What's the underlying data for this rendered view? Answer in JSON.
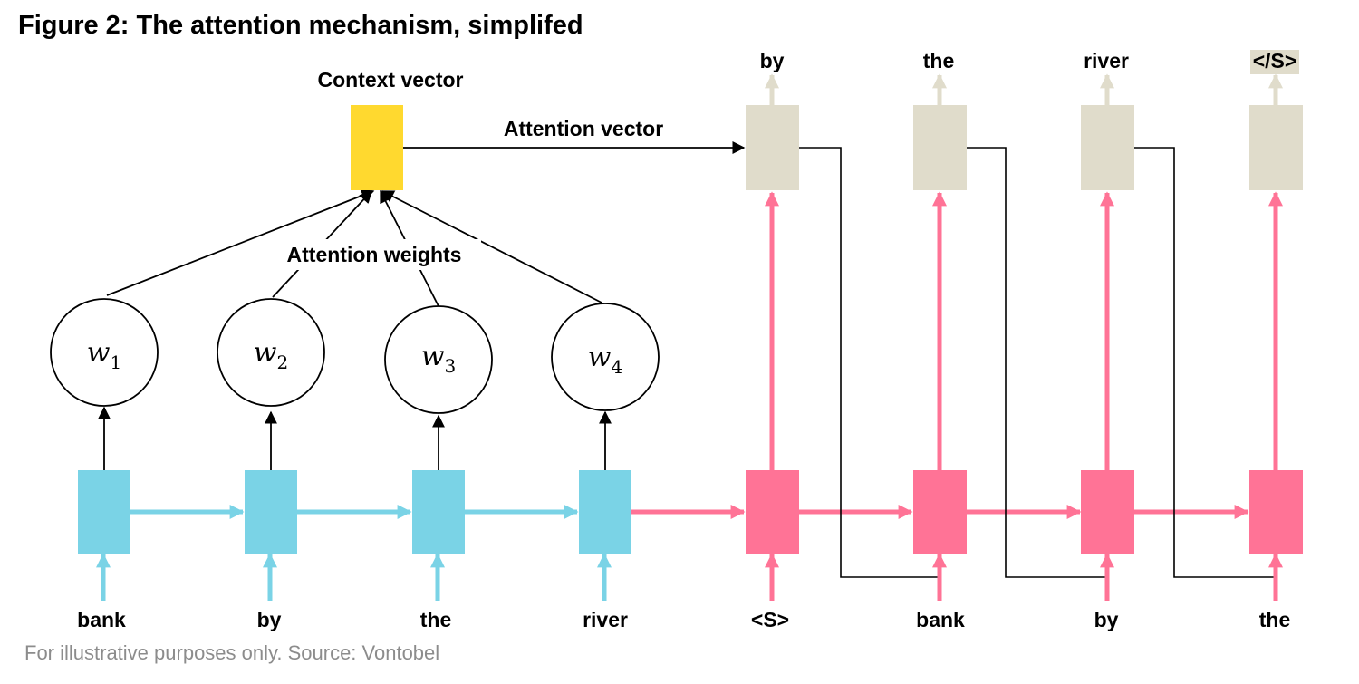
{
  "title": "Figure 2: The attention mechanism, simplifed",
  "footer": "For illustrative purposes only. Source: Vontobel",
  "labels": {
    "context_vector": "Context vector",
    "attention_vector": "Attention vector",
    "attention_weights": "Attention weights"
  },
  "weights": [
    {
      "base": "w",
      "sub": "1"
    },
    {
      "base": "w",
      "sub": "2"
    },
    {
      "base": "w",
      "sub": "3"
    },
    {
      "base": "w",
      "sub": "4"
    }
  ],
  "encoder_inputs": [
    "bank",
    "by",
    "the",
    "river"
  ],
  "decoder_inputs": [
    "<S>",
    "bank",
    "by",
    "the"
  ],
  "decoder_outputs": [
    "by",
    "the",
    "river",
    "</S>"
  ],
  "colors": {
    "encoder": "#7ad3e6",
    "decoder": "#ff7396",
    "context": "#ffd92f",
    "output": "#e0dccb",
    "eos_highlight": "#e0dccb",
    "output_arrow": "#e0dccb",
    "line": "#000000",
    "footer": "#8c8c8c"
  }
}
